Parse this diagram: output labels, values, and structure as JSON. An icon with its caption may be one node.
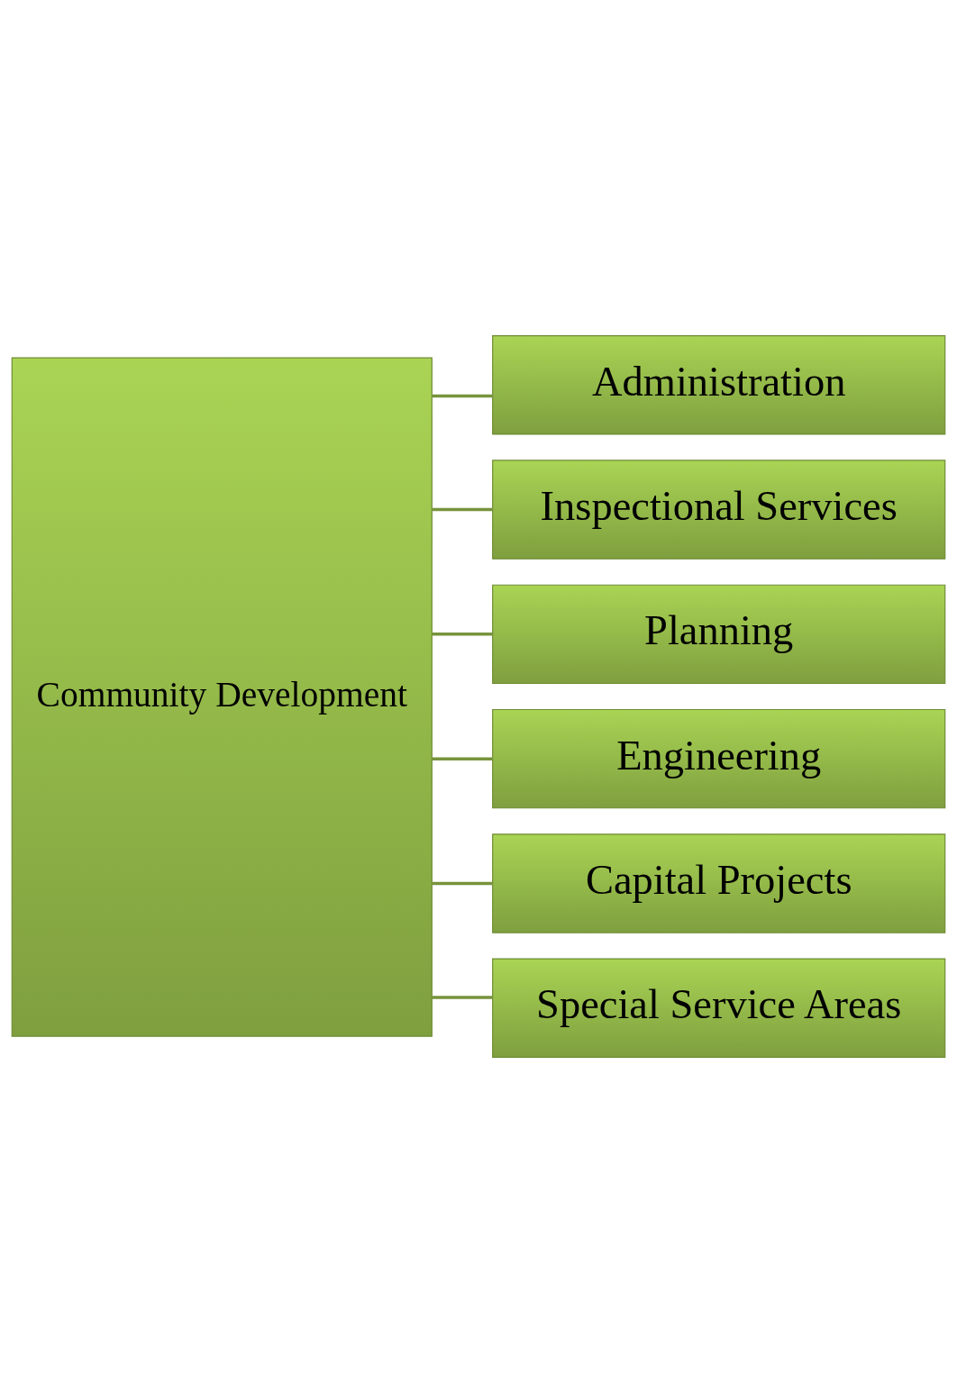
{
  "diagram": {
    "nodes": [
      {
        "text": [
          "Community Development"
        ]
      },
      {
        "text": [
          "Administration"
        ]
      },
      {
        "text": [
          "Inspectional Services"
        ]
      },
      {
        "text": [
          "Planning"
        ]
      },
      {
        "text": [
          "Engineering"
        ]
      },
      {
        "text": [
          "Capital Projects"
        ]
      },
      {
        "text": [
          "Special Service Areas"
        ]
      }
    ],
    "edges": [
      {
        "from": 0,
        "to": 1,
        "arrow": "none"
      },
      {
        "from": 0,
        "to": 2,
        "arrow": "none"
      },
      {
        "from": 0,
        "to": 3,
        "arrow": "none"
      },
      {
        "from": 0,
        "to": 4,
        "arrow": "none"
      },
      {
        "from": 0,
        "to": 5,
        "arrow": "none"
      },
      {
        "from": 0,
        "to": 6,
        "arrow": "none"
      }
    ]
  }
}
